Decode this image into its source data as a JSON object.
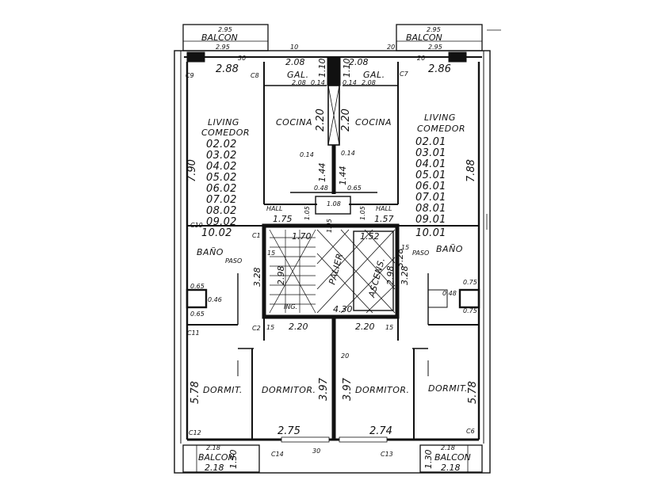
{
  "plan": {
    "balcony_top_left": {
      "label": "BALCON",
      "top": "2.95",
      "bottom": "2.95"
    },
    "balcony_top_right": {
      "label": "BALCON",
      "top": "2.95",
      "bottom": "2.95"
    },
    "balcony_bottom_left": {
      "label": "BALCON",
      "top": "2.18",
      "bottom": "2.18",
      "side": "1.30"
    },
    "balcony_bottom_right": {
      "label": "BALCON",
      "top": "2.18",
      "bottom": "2.18",
      "side": "1.30"
    },
    "left_unit": {
      "living_label_1": "LIVING",
      "living_label_2": "COMEDOR",
      "unit_numbers": [
        "02.02",
        "03.02",
        "04.02",
        "05.02",
        "06.02",
        "07.02",
        "08.02",
        "09.02",
        "10.02"
      ],
      "living_width": "2.88",
      "living_length": "7.90",
      "kitchen_label": "COCINA",
      "kitchen_len": "2.20",
      "gallery_label": "GAL.",
      "gallery_w": "2.08",
      "gallery_d": "1.10",
      "gallery_sub_w": "2.08",
      "gallery_sub_d": "0.14",
      "hall_label": "HALL",
      "hall_w": "1.75",
      "hall_d": "1.05",
      "bath_label": "BAÑO",
      "paso_label": "PASO",
      "paso_len": "3.28",
      "shaft_1": "0.65",
      "shaft_2": "0.46",
      "shaft_3": "0.65",
      "bedroom_label": "DORMIT.",
      "bedroom_len": "5.78",
      "master_label": "DORMITOR.",
      "master_w": "2.75",
      "master_len": "3.97",
      "balcony_side": "1.30"
    },
    "right_unit": {
      "living_label_1": "LIVING",
      "living_label_2": "COMEDOR",
      "unit_numbers": [
        "02.01",
        "03.01",
        "04.01",
        "05.01",
        "06.01",
        "07.01",
        "08.01",
        "09.01",
        "10.01"
      ],
      "living_width": "2.86",
      "living_length": "7.88",
      "kitchen_label": "COCINA",
      "kitchen_len": "2.20",
      "gallery_label": "GAL.",
      "gallery_w": "2.08",
      "gallery_d": "1.10",
      "gallery_sub_w": "2.08",
      "gallery_sub_d": "0.14",
      "hall_label": "HALL",
      "hall_w": "1.57",
      "hall_d": "1.05",
      "bath_label": "BAÑO",
      "paso_label": "PASO",
      "paso_len": "3.28",
      "shaft_1": "0.75",
      "shaft_2": "0.48",
      "shaft_3": "0.75",
      "bedroom_label": "DORMIT.",
      "bedroom_len": "5.78",
      "master_label": "DORMITOR.",
      "master_w": "2.74",
      "master_len": "3.97",
      "balcony_side": "1.30"
    },
    "core": {
      "palier_label": "PALIER",
      "ascensor_label": "ASCENS.",
      "ing_label": "ING.",
      "width": "4.30",
      "stair_w": "1.70",
      "lift_w": "1.52",
      "depth_left": "2.98",
      "depth_right": "2.98",
      "left_len": "3.28",
      "right_len": "3.28",
      "hall_center": "1.08",
      "hall_center_d": "1.05",
      "duct_w1": "0.48",
      "duct_w2": "0.65",
      "duct_len1": "1.44",
      "duct_len2": "1.44",
      "duct_t1": "0.14",
      "duct_t2": "0.14",
      "bottom_left": "2.20",
      "bottom_right": "2.20",
      "wall_20": "20"
    },
    "columns": [
      "C9",
      "C8",
      "C7",
      "C10",
      "C1",
      "C2",
      "C11",
      "C12",
      "C14",
      "C13",
      "C6"
    ],
    "wall_marks": [
      "30",
      "10",
      "15",
      "15",
      "15",
      "15",
      "30",
      "20",
      "20"
    ]
  }
}
